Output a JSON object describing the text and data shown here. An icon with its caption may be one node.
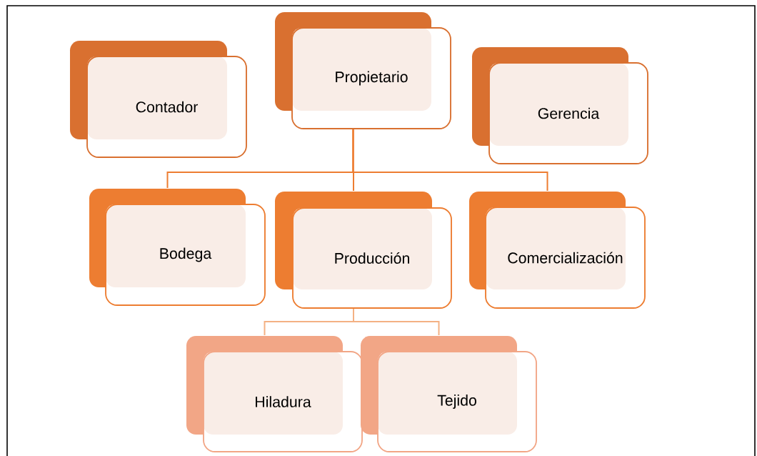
{
  "diagram": {
    "nodes": [
      {
        "text": [
          "Contador"
        ]
      },
      {
        "text": [
          "Propietario"
        ]
      },
      {
        "text": [
          "Gerencia"
        ]
      },
      {
        "text": [
          "Bodega"
        ]
      },
      {
        "text": [
          "Producción"
        ]
      },
      {
        "text": [
          "Comercialización"
        ]
      },
      {
        "text": [
          "Hiladura"
        ]
      },
      {
        "text": [
          "Tejido"
        ]
      }
    ],
    "edges": [
      {
        "from": 1,
        "to": 3,
        "arrow": "none"
      },
      {
        "from": 1,
        "to": 4,
        "arrow": "none"
      },
      {
        "from": 1,
        "to": 5,
        "arrow": "none"
      },
      {
        "from": 4,
        "to": 6,
        "arrow": "none",
        "color": "#f4b183"
      },
      {
        "from": 4,
        "to": 7,
        "arrow": "none",
        "color": "#f4b183"
      }
    ]
  }
}
